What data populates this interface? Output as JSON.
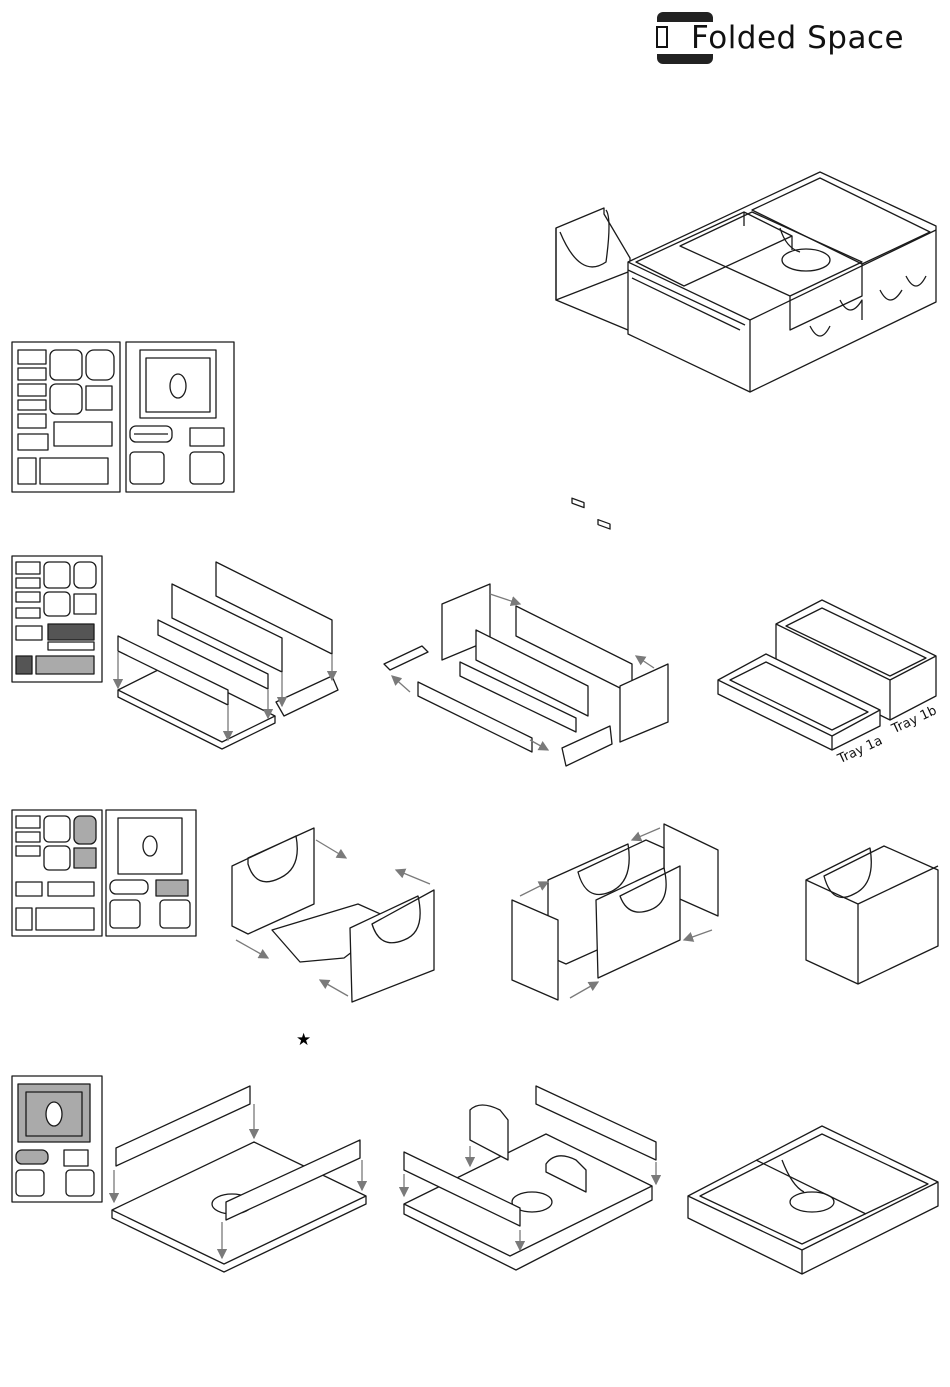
{
  "brand": {
    "name": "Folded Space"
  },
  "labels": {
    "tray_1a": "Tray 1a",
    "tray_1b": "Tray 1b"
  },
  "icons": {
    "logo": "folded-space-logo-icon",
    "star": "star-icon"
  },
  "colors": {
    "line": "#1a1a1a",
    "arrow": "#7a7a7a",
    "highlight_dark": "#555555",
    "highlight_light": "#aaaaaa"
  }
}
